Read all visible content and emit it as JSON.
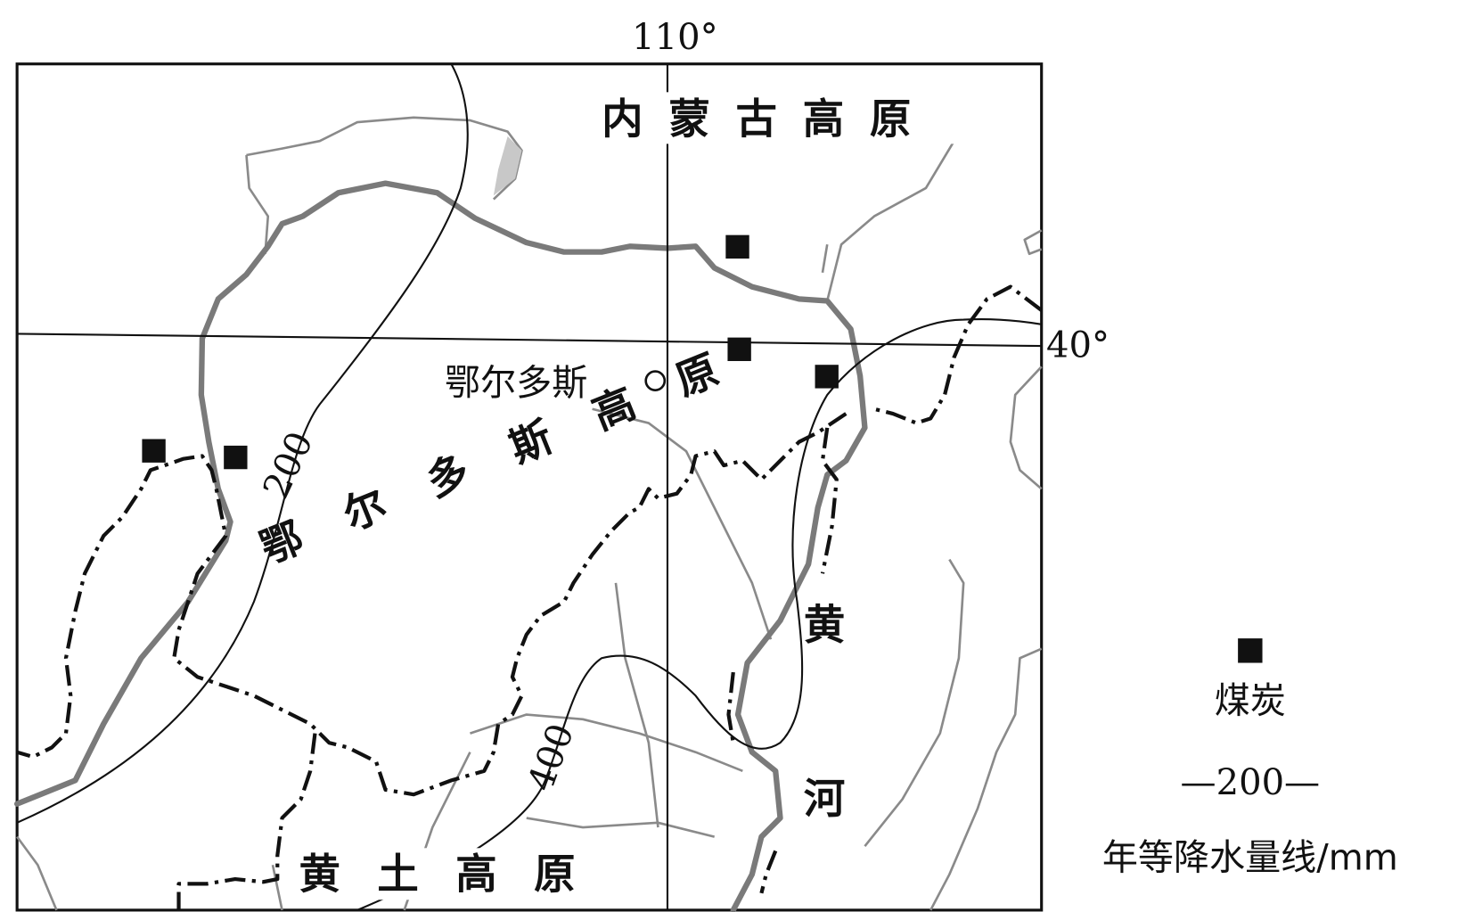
{
  "map": {
    "longitude_label": "110°",
    "latitude_label": "40°",
    "regions": {
      "inner_mongolia_plateau": "内 蒙 古 高 原",
      "ordos_plateau": "鄂 尔 多 斯 高 原",
      "loess_plateau": "黄 土 高 原"
    },
    "city": "鄂尔多斯",
    "river_chars": [
      "黄",
      "河"
    ],
    "isohyets": [
      "200",
      "400"
    ]
  },
  "legend": {
    "coal_label": "煤炭",
    "isohyet_sample": "—200—",
    "isohyet_label": "年等降水量线/mm"
  }
}
